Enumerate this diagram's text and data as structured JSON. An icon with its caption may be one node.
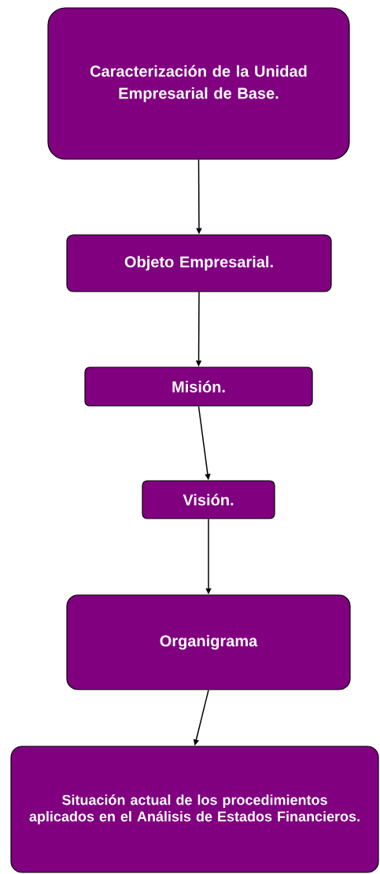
{
  "diagram": {
    "nodes": [
      {
        "text": [
          "Caracterización de la Unidad Empresarial de Base."
        ]
      },
      {
        "text": [
          "Objeto Empresarial."
        ]
      },
      {
        "text": [
          "Misión."
        ]
      },
      {
        "text": [
          "Visión."
        ]
      },
      {
        "text": [
          "Organigrama"
        ]
      },
      {
        "text": [
          "Situación actual de los procedimientos aplicados en el Análisis de Estados Financieros."
        ]
      }
    ],
    "edges": [
      {
        "from": 0,
        "to": 1,
        "arrow": "to"
      },
      {
        "from": 1,
        "to": 2,
        "arrow": "to"
      },
      {
        "from": 2,
        "to": 3,
        "arrow": "to"
      },
      {
        "from": 3,
        "to": 4,
        "arrow": "to"
      },
      {
        "from": 4,
        "to": 5,
        "arrow": "to"
      }
    ]
  }
}
